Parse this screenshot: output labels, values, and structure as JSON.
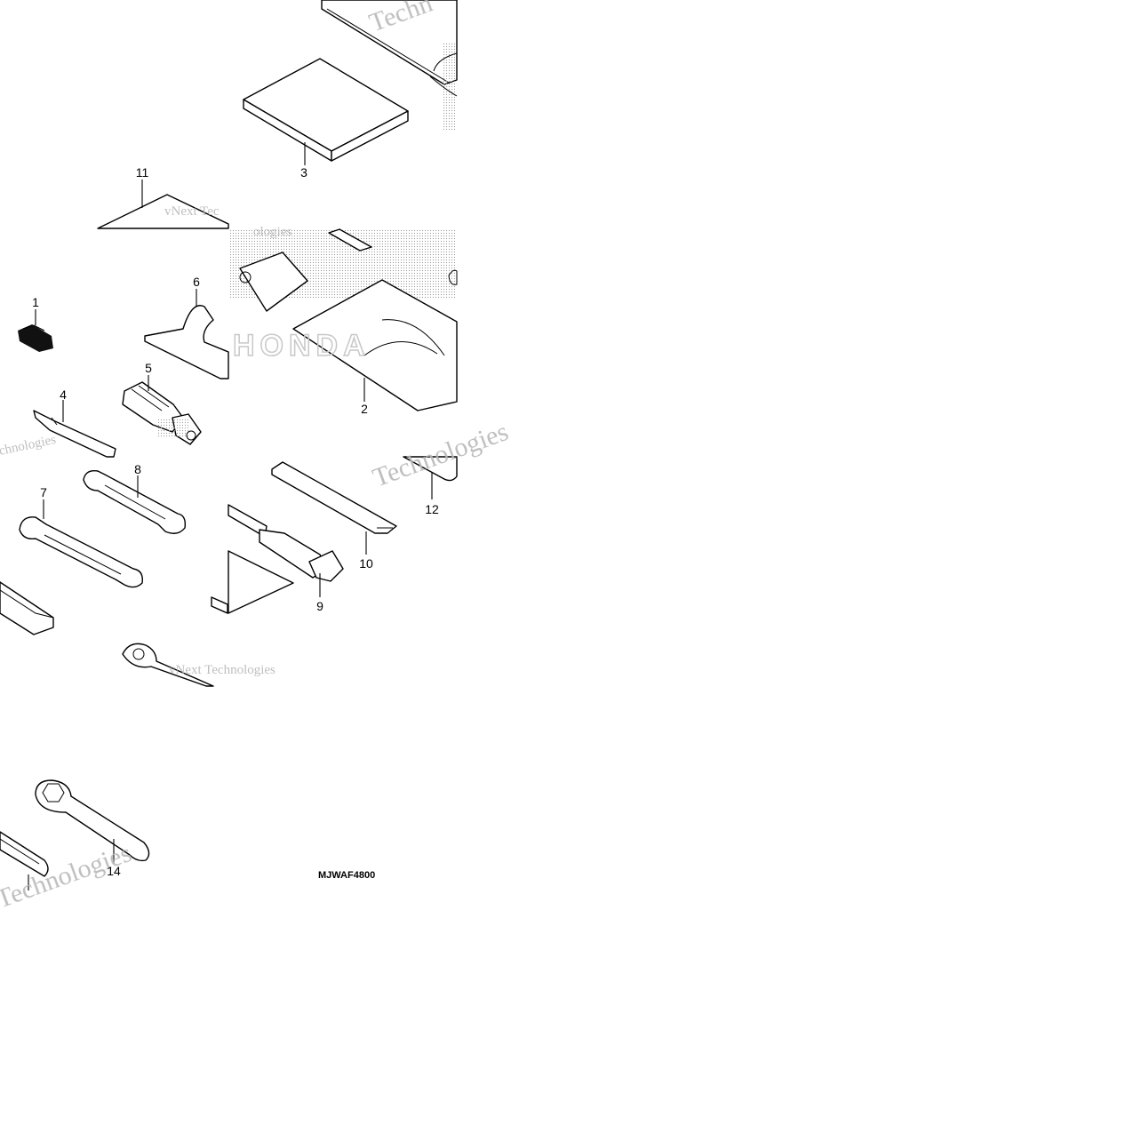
{
  "diagram": {
    "callouts": [
      "1",
      "2",
      "3",
      "4",
      "5",
      "6",
      "7",
      "8",
      "9",
      "10",
      "11",
      "12",
      "14"
    ],
    "drawing_code": "MJWAF4800"
  },
  "watermark": {
    "lines": [
      "Technologies",
      "vNext Technologies",
      "ologies",
      "vNext Tec",
      "chnologies",
      "Techn",
      "Technologies"
    ]
  },
  "colors": {
    "ink": "#000000",
    "watermark": "#b8b8b8",
    "paper": "#ffffff",
    "screen": "#cfcfcf"
  }
}
